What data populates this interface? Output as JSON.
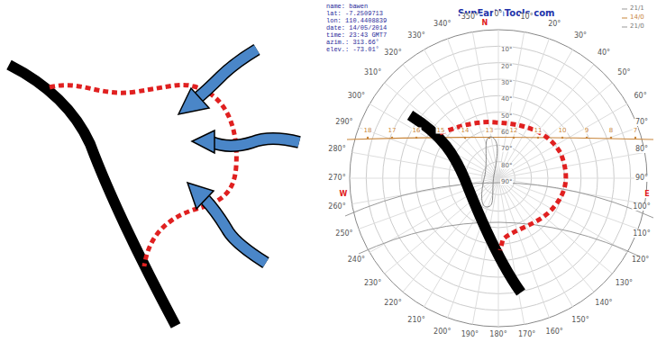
{
  "diagram": {
    "title": "SunEarthTools.com",
    "labels": [
      "name: bawen",
      "lat: -7.2509713",
      "lon: 110.4408839",
      "date: 14/05/2014",
      "time: 23:43 GMT7",
      "azim.: 313.66°",
      "elev.: -73.01°",
      "0°",
      "10°",
      "20°",
      "30°",
      "40°",
      "50°",
      "60°",
      "70°",
      "80°",
      "90°",
      "100°",
      "110°",
      "120°",
      "130°",
      "140°",
      "150°",
      "160°",
      "170°",
      "180°",
      "190°",
      "200°",
      "210°",
      "220°",
      "230°",
      "240°",
      "250°",
      "260°",
      "270°",
      "280°",
      "290°",
      "300°",
      "310°",
      "320°",
      "330°",
      "340°",
      "350°",
      "10°",
      "20°",
      "30°",
      "40°",
      "50°",
      "60°",
      "70°",
      "80°",
      "90°",
      "18",
      "17",
      "16",
      "15",
      "14",
      "13",
      "12",
      "11",
      "10",
      "9",
      "8",
      "7",
      "N",
      "W",
      "E"
    ],
    "legend": [
      {
        "text": "21/1"
      },
      {
        "text": "14/0"
      },
      {
        "text": "21/0"
      }
    ]
  }
}
